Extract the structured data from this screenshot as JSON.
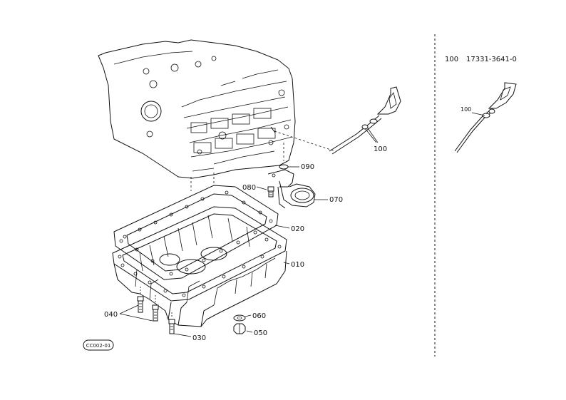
{
  "callouts": {
    "c090": "090",
    "c080": "080",
    "c070": "070",
    "c020": "020",
    "c010": "010",
    "c040": "040",
    "c060": "060",
    "c050": "050",
    "c030": "030",
    "c100_main": "100",
    "c100_detail": "100"
  },
  "figure_code": "CC002-01",
  "parts_list": {
    "item_no": "100",
    "part_no": "17331-3641-0"
  }
}
